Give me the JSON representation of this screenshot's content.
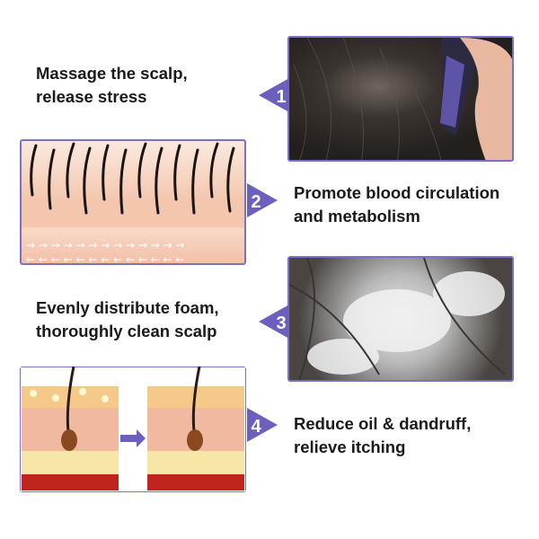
{
  "features": [
    {
      "number": "1",
      "line1": "Massage the scalp,",
      "line2": "release stress"
    },
    {
      "number": "2",
      "line1": "Promote blood circulation",
      "line2": "and metabolism"
    },
    {
      "number": "3",
      "line1": "Evenly distribute foam,",
      "line2": "thoroughly clean scalp"
    },
    {
      "number": "4",
      "line1": "Reduce oil & dandruff,",
      "line2": "relieve itching"
    }
  ],
  "colors": {
    "accent": "#6b5fc0",
    "border": "#7a70c8"
  }
}
